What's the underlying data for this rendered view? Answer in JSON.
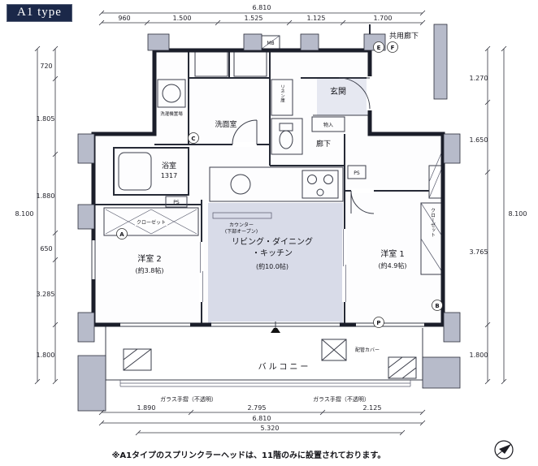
{
  "plan": {
    "type_label": "A1 type"
  },
  "note": "※A1タイプのスプリンクラーヘッドは、11階のみに設置されております。",
  "rooms": {
    "common_corridor": "共用廊下",
    "entrance": "玄関",
    "hallway": "廊下",
    "washroom": "洗面室",
    "bathroom_name": "浴室",
    "bathroom_size": "1317",
    "ldk_line1": "リビング・ダイニング",
    "ldk_line2": "・キッチン",
    "ldk_size": "(約10.0帖)",
    "bedroom2_name": "洋室 2",
    "bedroom2_size": "(約3.8帖)",
    "bedroom1_name": "洋室 1",
    "bedroom1_size": "(約4.9帖)",
    "balcony": "バルコニー"
  },
  "features": {
    "counter_line1": "カウンター",
    "counter_line2": "(下部オープン)",
    "closet_bedroom1": "クローゼット",
    "closet_bedroom2": "クローゼット",
    "storage": "物入",
    "linen": "リネン庫",
    "washer": "洗濯機置場",
    "meter_box": "MB",
    "ps_left": "PS",
    "ps_right": "PS",
    "pipe_cover": "配管カバー",
    "glass_rail_left": "ガラス手摺（不透明）",
    "glass_rail_right": "ガラス手摺（不透明）"
  },
  "markers": [
    "E",
    "F",
    "C",
    "A",
    "P",
    "B"
  ],
  "dimensions": {
    "top_total": "6.810",
    "top_segments": [
      "960",
      "1.500",
      "1.525",
      "1.125",
      "1.700"
    ],
    "left_total": "8.100",
    "left_segments": [
      "720",
      "1.805",
      "1.880",
      "650",
      "3.285"
    ],
    "left_balcony": "1.800",
    "right_total": "8.100",
    "right_segments": [
      "1.270",
      "1.650",
      "3.765"
    ],
    "right_balcony": "1.800",
    "bottom_segments": [
      "1.890",
      "2.795",
      "2.125"
    ],
    "bottom_total": "6.810",
    "bottom_inner": "5.320"
  },
  "colors": {
    "wall": "#1b1e2a",
    "ldk_shade": "#d8dbe8",
    "badge": "#1b2849"
  }
}
